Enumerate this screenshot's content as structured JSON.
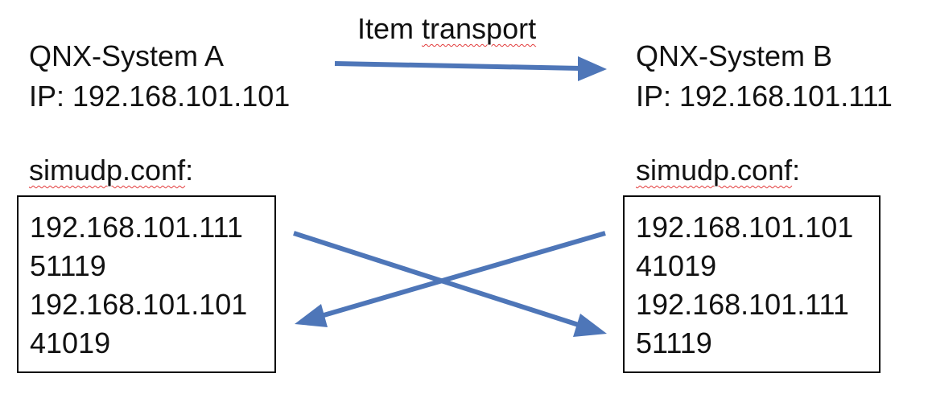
{
  "title": "Item transport",
  "colors": {
    "arrow": "#4e76b8",
    "text": "#111111",
    "spellcheck": "#e23b3b",
    "box_border": "#000000"
  },
  "system_a": {
    "name": "QNX-System A",
    "ip": "IP: 192.168.101.101",
    "conf_label": "simudp.conf",
    "conf_colon": ":",
    "conf_lines": [
      "192.168.101.111",
      "51119",
      "192.168.101.101",
      "41019"
    ]
  },
  "system_b": {
    "name": "QNX-System B",
    "ip": "IP: 192.168.101.111",
    "conf_label": "simudp.conf",
    "conf_colon": ":",
    "conf_lines": [
      "192.168.101.101",
      "41019",
      "192.168.101.111",
      "51119"
    ]
  },
  "arrows": [
    {
      "from": "system-a",
      "to": "system-b",
      "kind": "item-transport"
    },
    {
      "from": "system-a-config",
      "to": "system-b-config",
      "kind": "cross"
    },
    {
      "from": "system-b-config",
      "to": "system-a-config",
      "kind": "cross"
    }
  ]
}
